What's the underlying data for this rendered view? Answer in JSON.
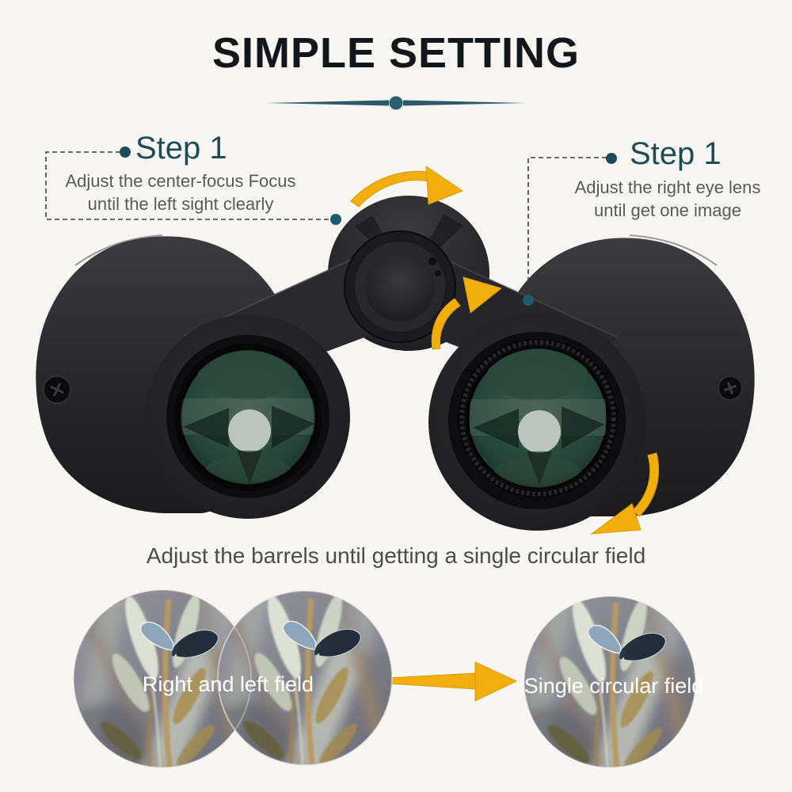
{
  "title": {
    "text": "SIMPLE SETTING"
  },
  "steps": {
    "left": {
      "label": "Step 1",
      "line1": "Adjust the center-focus Focus",
      "line2": "until  the left sight clearly"
    },
    "right": {
      "label": "Step 1",
      "line1": "Adjust the right eye lens",
      "line2": "until get one image"
    }
  },
  "caption": "Adjust the barrels until getting a single circular field",
  "views": {
    "left_label": "Right and left field",
    "right_label": "Single circular field"
  },
  "icons": {
    "curved_arrows": [
      "curved-arrow-top",
      "curved-arrow-hinge",
      "curved-arrow-right-barrel"
    ],
    "straight_arrow": "arrow-right"
  },
  "colors": {
    "background": "#f7f6f3",
    "title_text": "#13171a",
    "step_accent": "#1d4b58",
    "step_body_text": "#58595b",
    "caption_text": "#4c4c4e",
    "divider": "#2c5a68",
    "arrow": "#f2ae0c",
    "marker_dot": "#1a5b6e",
    "binocular_body": "#242427",
    "lens_green": "#1d352b",
    "view_label_text": "#ffffff"
  }
}
